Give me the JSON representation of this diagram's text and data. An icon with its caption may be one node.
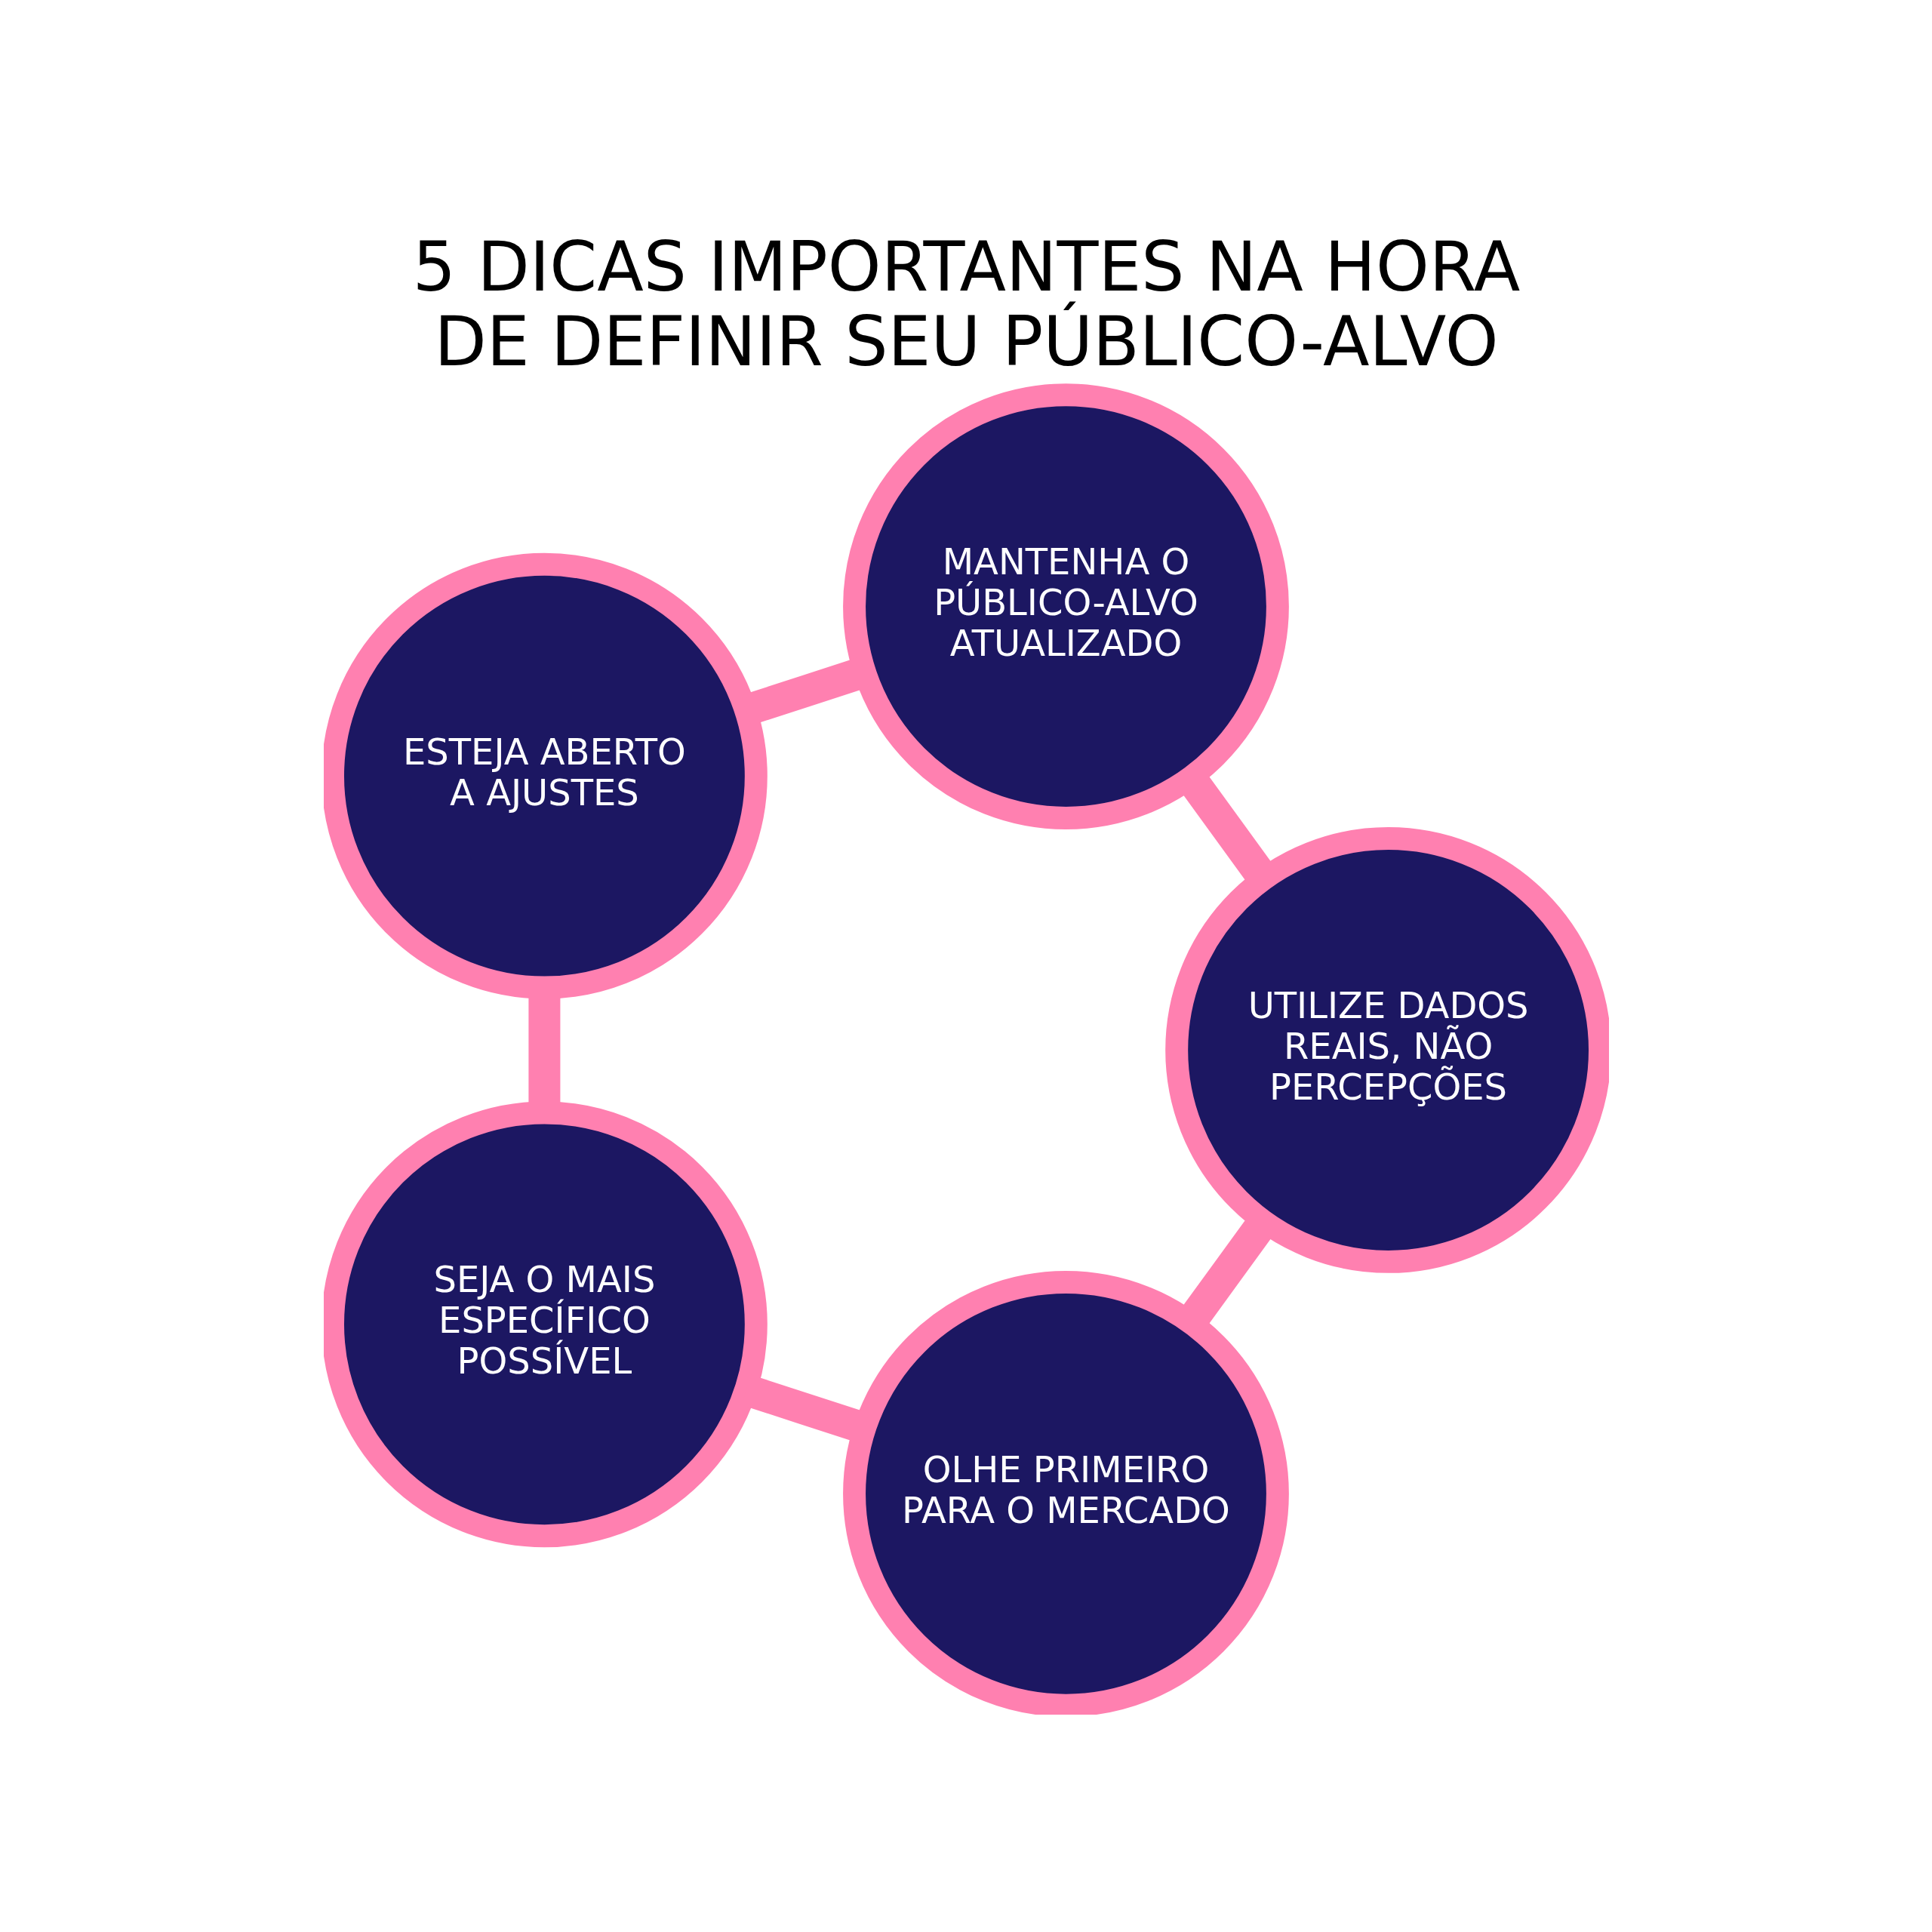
{
  "diagram": {
    "title": "5 DICAS IMPORTANTES NA HORA DE DEFINIR SEU PÚBLICO-ALVO",
    "nodes": [
      {
        "text": [
          "OLHE PRIMEIRO PARA O MERCADO"
        ]
      },
      {
        "text": [
          "SEJA O MAIS ESPECÍFICO POSSÍVEL"
        ]
      },
      {
        "text": [
          "ESTEJA ABERTO A AJUSTES"
        ]
      },
      {
        "text": [
          "MANTENHA O PÚBLICO-ALVO ATUALIZADO"
        ]
      },
      {
        "text": [
          "UTILIZE DADOS REAIS, NÃO PERCEPÇÕES"
        ]
      }
    ],
    "edges": [
      {
        "from": 0,
        "to": 1,
        "arrow": "none"
      },
      {
        "from": 1,
        "to": 2,
        "arrow": "none"
      },
      {
        "from": 2,
        "to": 3,
        "arrow": "none"
      },
      {
        "from": 3,
        "to": 4,
        "arrow": "none"
      },
      {
        "from": 4,
        "to": 0,
        "arrow": "none"
      }
    ]
  }
}
